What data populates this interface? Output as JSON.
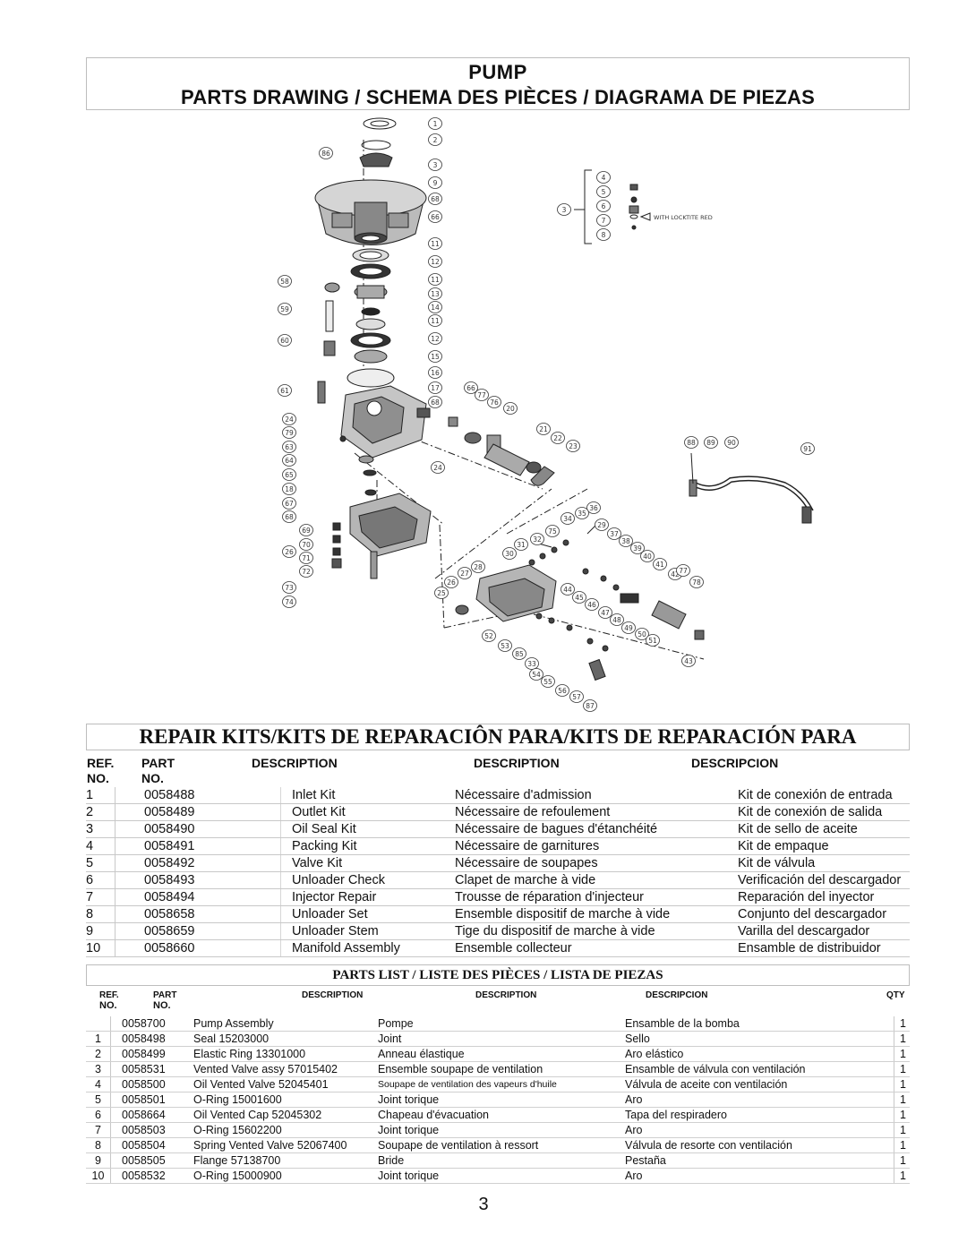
{
  "header": {
    "line1": "PUMP",
    "line2": "PARTS DRAWING / SCHEMA DES PIÈCES / DIAGRAMA DE PIEZAS"
  },
  "drawing": {
    "callouts_left": [
      "58",
      "59",
      "60",
      "61",
      "24",
      "79",
      "63",
      "64",
      "65",
      "18",
      "67",
      "68",
      "26",
      "73",
      "74"
    ],
    "callouts_stack": [
      "1",
      "2",
      "86",
      "3",
      "9",
      "68",
      "66",
      "11",
      "12",
      "11",
      "13",
      "14",
      "11",
      "12",
      "15",
      "16",
      "17",
      "68"
    ],
    "callouts_vent": [
      "4",
      "5",
      "6",
      "7",
      "8"
    ],
    "vent_group": "3",
    "vent_note": "WITH LOCKTITE RED",
    "callouts_middle": [
      "66",
      "77",
      "76",
      "20",
      "21",
      "22",
      "23",
      "24",
      "69",
      "70",
      "71",
      "72"
    ],
    "callouts_hose": [
      "88",
      "89",
      "90",
      "91"
    ],
    "callouts_manifold": [
      "36",
      "35",
      "34",
      "29",
      "75",
      "37",
      "32",
      "31",
      "30",
      "28",
      "27",
      "26",
      "25",
      "38",
      "39",
      "40",
      "41",
      "42",
      "77",
      "78",
      "44",
      "45",
      "46",
      "47",
      "48",
      "49",
      "50",
      "51",
      "52",
      "53",
      "85",
      "33",
      "54",
      "55",
      "56",
      "57",
      "87",
      "43"
    ]
  },
  "kits": {
    "title": "REPAIR KITS/KITS DE REPARACIÔN PARA/KITS DE REPARACIÓN PARA",
    "headers": {
      "ref": "REF.",
      "ref_no": "NO.",
      "part": "PART",
      "part_no": "NO.",
      "desc_en": "DESCRIPTION",
      "desc_fr": "DESCRIPTION",
      "desc_es": "DESCRIPCION"
    },
    "rows": [
      {
        "ref": "1",
        "part": "0058488",
        "en": "Inlet Kit",
        "fr": "Nécessaire d'admission",
        "es": "Kit de conexión de entrada"
      },
      {
        "ref": "2",
        "part": "0058489",
        "en": "Outlet Kit",
        "fr": "Nécessaire de refoulement",
        "es": "Kit de conexión de salida"
      },
      {
        "ref": "3",
        "part": "0058490",
        "en": "Oil Seal Kit",
        "fr": "Nécessaire de bagues d'étanchéité",
        "es": "Kit de sello de aceite"
      },
      {
        "ref": "4",
        "part": "0058491",
        "en": "Packing Kit",
        "fr": "Nécessaire de garnitures",
        "es": "Kit de empaque"
      },
      {
        "ref": "5",
        "part": "0058492",
        "en": "Valve Kit",
        "fr": "Nécessaire de soupapes",
        "es": "Kit de válvula"
      },
      {
        "ref": "6",
        "part": "0058493",
        "en": "Unloader Check",
        "fr": "Clapet de marche à vide",
        "es": "Verificación del descargador"
      },
      {
        "ref": "7",
        "part": "0058494",
        "en": "Injector Repair",
        "fr": "Trousse de réparation d'injecteur",
        "es": "Reparación del inyector"
      },
      {
        "ref": "8",
        "part": "0058658",
        "en": "Unloader Set",
        "fr": "Ensemble dispositif de marche à vide",
        "es": "Conjunto del descargador"
      },
      {
        "ref": "9",
        "part": "0058659",
        "en": "Unloader Stem",
        "fr": "Tige du dispositif de marche à vide",
        "es": "Varilla del descargador"
      },
      {
        "ref": "10",
        "part": "0058660",
        "en": "Manifold Assembly",
        "fr": "Ensemble collecteur",
        "es": "Ensamble de distribuidor"
      }
    ]
  },
  "parts": {
    "title": "PARTS LIST / LISTE DES PIÈCES / LISTA DE PIEZAS",
    "headers": {
      "ref": "REF.",
      "ref_no": "NO.",
      "part": "PART",
      "part_no": "NO.",
      "desc_en": "DESCRIPTION",
      "desc_fr": "DESCRIPTION",
      "desc_es": "DESCRIPCION",
      "qty": "QTY"
    },
    "rows": [
      {
        "ref": "",
        "part": "0058700",
        "en": "Pump Assembly",
        "fr": "Pompe",
        "es": "Ensamble de la bomba",
        "qty": "1"
      },
      {
        "ref": "1",
        "part": "0058498",
        "en": "Seal 15203000",
        "fr": "Joint",
        "es": "Sello",
        "qty": "1"
      },
      {
        "ref": "2",
        "part": "0058499",
        "en": "Elastic Ring 13301000",
        "fr": "Anneau élastique",
        "es": "Aro elástico",
        "qty": "1"
      },
      {
        "ref": "3",
        "part": "0058531",
        "en": "Vented Valve assy 57015402",
        "fr": "Ensemble soupape de ventilation",
        "es": "Ensamble de válvula con ventilación",
        "qty": "1"
      },
      {
        "ref": "4",
        "part": "0058500",
        "en": "Oil Vented Valve 52045401",
        "fr": "Soupape de ventilation des vapeurs d'huile",
        "es": "Válvula de aceite con ventilación",
        "qty": "1"
      },
      {
        "ref": "5",
        "part": "0058501",
        "en": "O-Ring 15001600",
        "fr": "Joint torique",
        "es": "Aro",
        "qty": "1"
      },
      {
        "ref": "6",
        "part": "0058664",
        "en": "Oil Vented Cap 52045302",
        "fr": "Chapeau d'évacuation",
        "es": "Tapa del respiradero",
        "qty": "1"
      },
      {
        "ref": "7",
        "part": "0058503",
        "en": "O-Ring 15602200",
        "fr": "Joint torique",
        "es": "Aro",
        "qty": "1"
      },
      {
        "ref": "8",
        "part": "0058504",
        "en": "Spring Vented Valve 52067400",
        "fr": "Soupape de ventilation à ressort",
        "es": "Válvula de resorte con ventilación",
        "qty": "1"
      },
      {
        "ref": "9",
        "part": "0058505",
        "en": "Flange 57138700",
        "fr": "Bride",
        "es": "Pestaña",
        "qty": "1"
      },
      {
        "ref": "10",
        "part": "0058532",
        "en": "O-Ring 15000900",
        "fr": "Joint torique",
        "es": "Aro",
        "qty": "1"
      }
    ]
  },
  "page_number": "3"
}
